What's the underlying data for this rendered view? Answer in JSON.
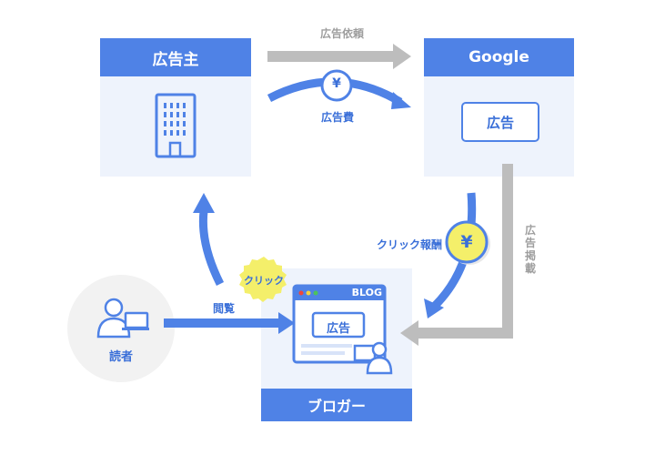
{
  "advertiser": {
    "title": "広告主"
  },
  "google": {
    "title": "Google",
    "ad_label": "広告"
  },
  "blogger": {
    "title": "ブロガー",
    "blog_label": "BLOG",
    "ad_label": "広告"
  },
  "reader": {
    "label": "読者"
  },
  "flows": {
    "ad_request": "広告依頼",
    "ad_fee": "広告費",
    "click_reward": "クリック報酬",
    "ad_placement": "広告掲載",
    "view": "閲覧",
    "click": "クリック"
  },
  "symbols": {
    "yen": "¥"
  },
  "colors": {
    "accent": "#4f82e6",
    "panel": "#eef3fc",
    "gray_arrow": "#bdbdbd",
    "coin": "#f4ef6a",
    "reader_circle": "#f2f2f2"
  }
}
